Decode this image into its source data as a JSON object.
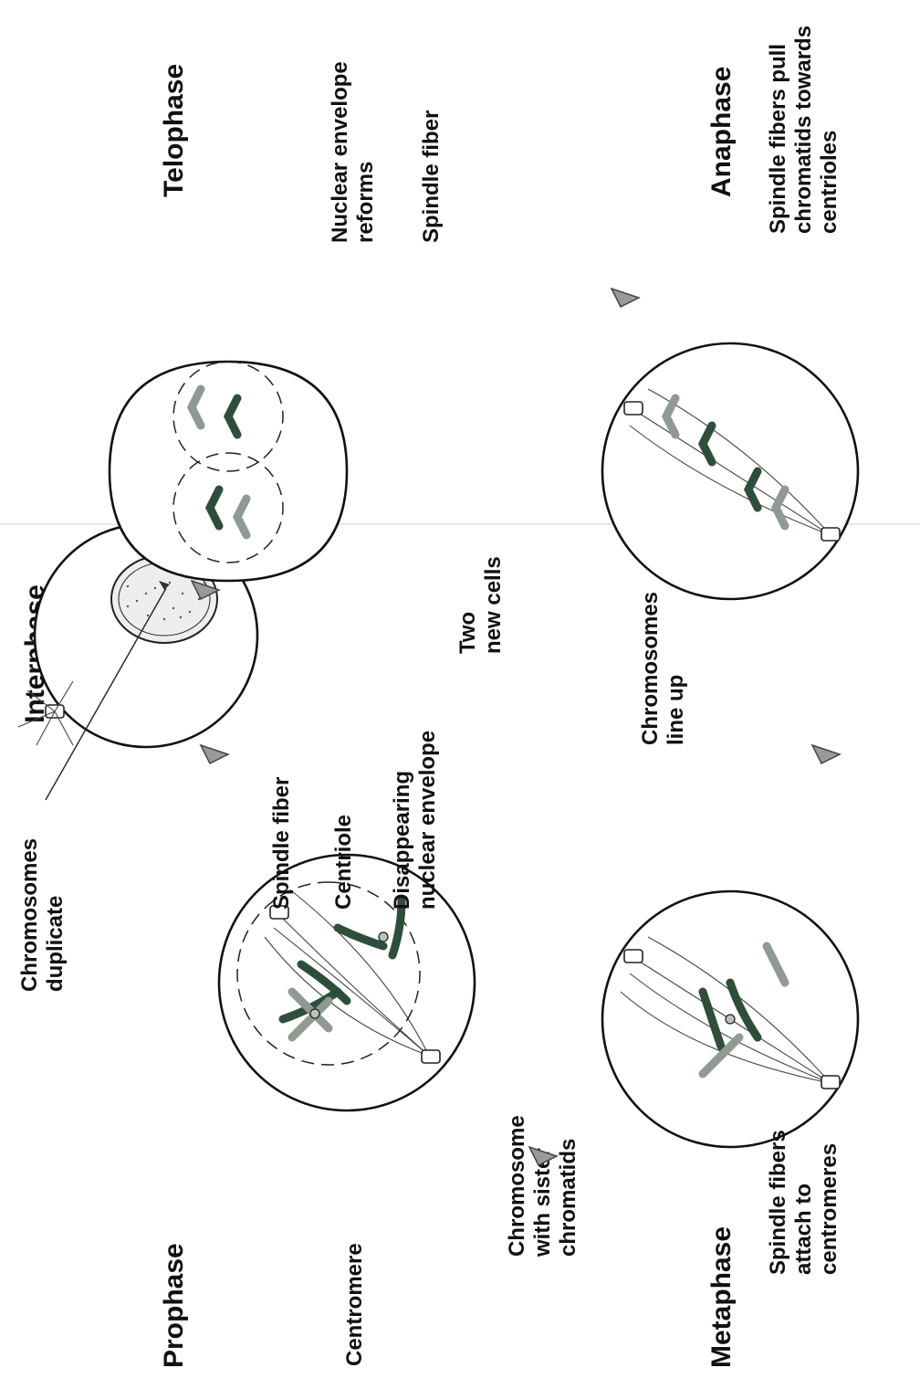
{
  "phases": {
    "interphase": "Interphase",
    "prophase": "Prophase",
    "metaphase": "Metaphase",
    "anaphase": "Anaphase",
    "telophase": "Telophase"
  },
  "labels": {
    "chromosomes_duplicate": [
      "Chromosomes",
      "duplicate"
    ],
    "centromere": [
      "Centromere"
    ],
    "chromosome_sister": [
      "Chromosome",
      "with sister",
      "chromatids"
    ],
    "spindle_fiber_prophase": [
      "Spindle fiber"
    ],
    "centriole": [
      "Centriole"
    ],
    "disappearing_envelope": [
      "Disappearing",
      "nuclear envelope"
    ],
    "spindle_attach": [
      "Spindle fibers",
      "attach to",
      "centromeres"
    ],
    "chromosomes_line_up": [
      "Chromosomes",
      "line up"
    ],
    "two_new_cells": [
      "Two",
      "new cells"
    ],
    "nuclear_reforms": [
      "Nuclear envelope",
      "reforms"
    ],
    "spindle_fiber_telophase": [
      "Spindle fiber"
    ],
    "spindle_pull": [
      "Spindle fibers pull",
      "chromatids towards",
      "centrioles"
    ]
  },
  "colors": {
    "dark_chromatid": "#2f4d3b",
    "light_chromatid": "#8e9a92",
    "arrow_fill": "#9a9a9a"
  }
}
